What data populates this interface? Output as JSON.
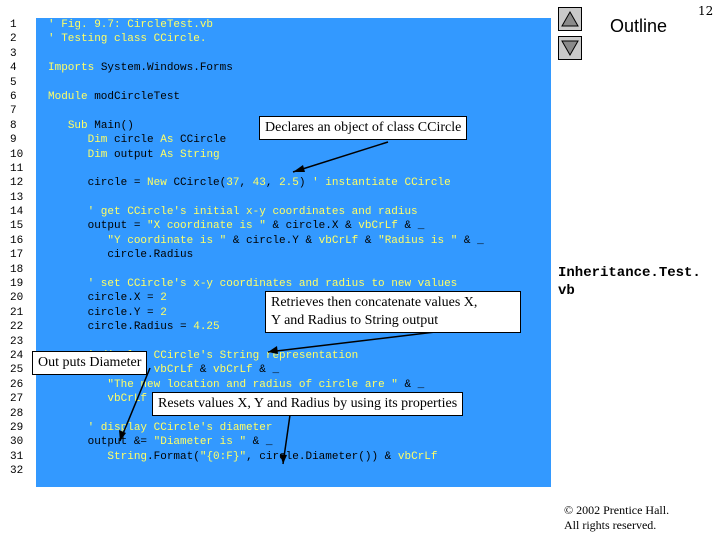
{
  "slide": {
    "page_number": "12",
    "outline_label": "Outline",
    "file_label": "Inheritance.Test.\nvb",
    "copyright_line1": "© 2002 Prentice Hall.",
    "copyright_line2": "All rights reserved."
  },
  "code": {
    "line_numbers": [
      "1",
      "2",
      "3",
      "4",
      "5",
      "6",
      "7",
      "8",
      "9",
      "10",
      "11",
      "12",
      "13",
      "14",
      "15",
      "16",
      "17",
      "18",
      "19",
      "20",
      "21",
      "22",
      "23",
      "24",
      "25",
      "26",
      "27",
      "28",
      "29",
      "30",
      "31",
      "32"
    ],
    "lines": [
      [
        {
          "t": "cm",
          "v": "' Fig. 9.7: CircleTest.vb"
        }
      ],
      [
        {
          "t": "cm",
          "v": "' Testing class CCircle."
        }
      ],
      [],
      [
        {
          "t": "kw",
          "v": "Imports"
        },
        {
          "t": "pl",
          "v": " System.Windows.Forms"
        }
      ],
      [],
      [
        {
          "t": "kw",
          "v": "Module"
        },
        {
          "t": "pl",
          "v": " modCircleTest"
        }
      ],
      [],
      [
        {
          "t": "pl",
          "v": "   "
        },
        {
          "t": "kw",
          "v": "Sub"
        },
        {
          "t": "pl",
          "v": " Main()"
        }
      ],
      [
        {
          "t": "pl",
          "v": "      "
        },
        {
          "t": "kw",
          "v": "Dim"
        },
        {
          "t": "pl",
          "v": " circle "
        },
        {
          "t": "kw",
          "v": "As"
        },
        {
          "t": "pl",
          "v": " CCircle"
        }
      ],
      [
        {
          "t": "pl",
          "v": "      "
        },
        {
          "t": "kw",
          "v": "Dim"
        },
        {
          "t": "pl",
          "v": " output "
        },
        {
          "t": "kw",
          "v": "As"
        },
        {
          "t": "pl",
          "v": " "
        },
        {
          "t": "kw",
          "v": "String"
        }
      ],
      [],
      [
        {
          "t": "pl",
          "v": "      circle = "
        },
        {
          "t": "kw",
          "v": "New"
        },
        {
          "t": "pl",
          "v": " CCircle("
        },
        {
          "t": "num",
          "v": "37"
        },
        {
          "t": "pl",
          "v": ", "
        },
        {
          "t": "num",
          "v": "43"
        },
        {
          "t": "pl",
          "v": ", "
        },
        {
          "t": "num",
          "v": "2.5"
        },
        {
          "t": "pl",
          "v": ") "
        },
        {
          "t": "cm",
          "v": "' instantiate CCircle"
        }
      ],
      [],
      [
        {
          "t": "pl",
          "v": "      "
        },
        {
          "t": "cm",
          "v": "' get CCircle's initial x-y coordinates and radius"
        }
      ],
      [
        {
          "t": "pl",
          "v": "      output = "
        },
        {
          "t": "str",
          "v": "\"X coordinate is \""
        },
        {
          "t": "pl",
          "v": " & circle.X & "
        },
        {
          "t": "kw",
          "v": "vbCrLf"
        },
        {
          "t": "pl",
          "v": " & _"
        }
      ],
      [
        {
          "t": "pl",
          "v": "         "
        },
        {
          "t": "str",
          "v": "\"Y coordinate is \""
        },
        {
          "t": "pl",
          "v": " & circle.Y & "
        },
        {
          "t": "kw",
          "v": "vbCrLf"
        },
        {
          "t": "pl",
          "v": " & "
        },
        {
          "t": "str",
          "v": "\"Radius is \""
        },
        {
          "t": "pl",
          "v": " & _"
        }
      ],
      [
        {
          "t": "pl",
          "v": "         circle.Radius"
        }
      ],
      [],
      [
        {
          "t": "pl",
          "v": "      "
        },
        {
          "t": "cm",
          "v": "' set CCircle's x-y coordinates and radius to new values"
        }
      ],
      [
        {
          "t": "pl",
          "v": "      circle.X = "
        },
        {
          "t": "num",
          "v": "2"
        }
      ],
      [
        {
          "t": "pl",
          "v": "      circle.Y = "
        },
        {
          "t": "num",
          "v": "2"
        }
      ],
      [
        {
          "t": "pl",
          "v": "      circle.Radius = "
        },
        {
          "t": "num",
          "v": "4.25"
        }
      ],
      [],
      [
        {
          "t": "pl",
          "v": "      "
        },
        {
          "t": "cm",
          "v": "' display CCircle's String representation"
        }
      ],
      [
        {
          "t": "pl",
          "v": "      output &= "
        },
        {
          "t": "kw",
          "v": "vbCrLf"
        },
        {
          "t": "pl",
          "v": " & "
        },
        {
          "t": "kw",
          "v": "vbCrLf"
        },
        {
          "t": "pl",
          "v": " & _"
        }
      ],
      [
        {
          "t": "pl",
          "v": "         "
        },
        {
          "t": "str",
          "v": "\"The new location and radius of circle are \""
        },
        {
          "t": "pl",
          "v": " & _"
        }
      ],
      [
        {
          "t": "pl",
          "v": "         "
        },
        {
          "t": "kw",
          "v": "vbCrLf"
        },
        {
          "t": "pl",
          "v": " & circle.ToString() & "
        },
        {
          "t": "kw",
          "v": "vbCrLf"
        }
      ],
      [],
      [
        {
          "t": "pl",
          "v": "      "
        },
        {
          "t": "cm",
          "v": "' display CCircle's diameter"
        }
      ],
      [
        {
          "t": "pl",
          "v": "      output &= "
        },
        {
          "t": "str",
          "v": "\"Diameter is \""
        },
        {
          "t": "pl",
          "v": " & _"
        }
      ],
      [
        {
          "t": "pl",
          "v": "         "
        },
        {
          "t": "kw",
          "v": "String"
        },
        {
          "t": "pl",
          "v": ".Format("
        },
        {
          "t": "str",
          "v": "\"{0:F}\""
        },
        {
          "t": "pl",
          "v": ", circle.Diameter()) & "
        },
        {
          "t": "kw",
          "v": "vbCrLf"
        }
      ],
      []
    ]
  },
  "callouts": {
    "declares": "Declares an object of class CCircle",
    "retrieves_line1": "Retrieves then concatenate values X,",
    "retrieves_line2": "Y and Radius to String output",
    "outputs": "Out puts Diameter",
    "resets": "Resets values X, Y and Radius by using its properties"
  },
  "icons": {
    "prev": "triangle-up-icon",
    "next": "triangle-down-icon"
  },
  "colors": {
    "code_background": "#3399ff",
    "code_highlight": "#ffff66"
  }
}
